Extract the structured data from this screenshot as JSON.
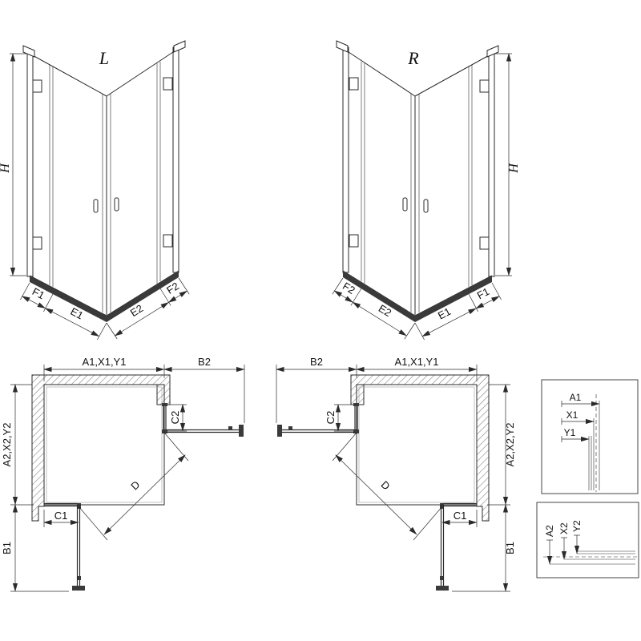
{
  "labels": {
    "variant_left": "L",
    "variant_right": "R",
    "height": "H",
    "f1": "F1",
    "e1": "E1",
    "e2": "E2",
    "f2": "F2",
    "a1x1y1": "A1,X1,Y1",
    "b2": "B2",
    "c2": "C2",
    "a2x2y2": "A2,X2,Y2",
    "b1": "B1",
    "c1": "C1",
    "d": "D",
    "a1": "A1",
    "x1": "X1",
    "y1": "Y1",
    "a2": "A2",
    "x2": "X2",
    "y2": "Y2"
  },
  "colors": {
    "line": "#2b2b2b",
    "tray": "#3a3a3a",
    "background": "#ffffff"
  }
}
